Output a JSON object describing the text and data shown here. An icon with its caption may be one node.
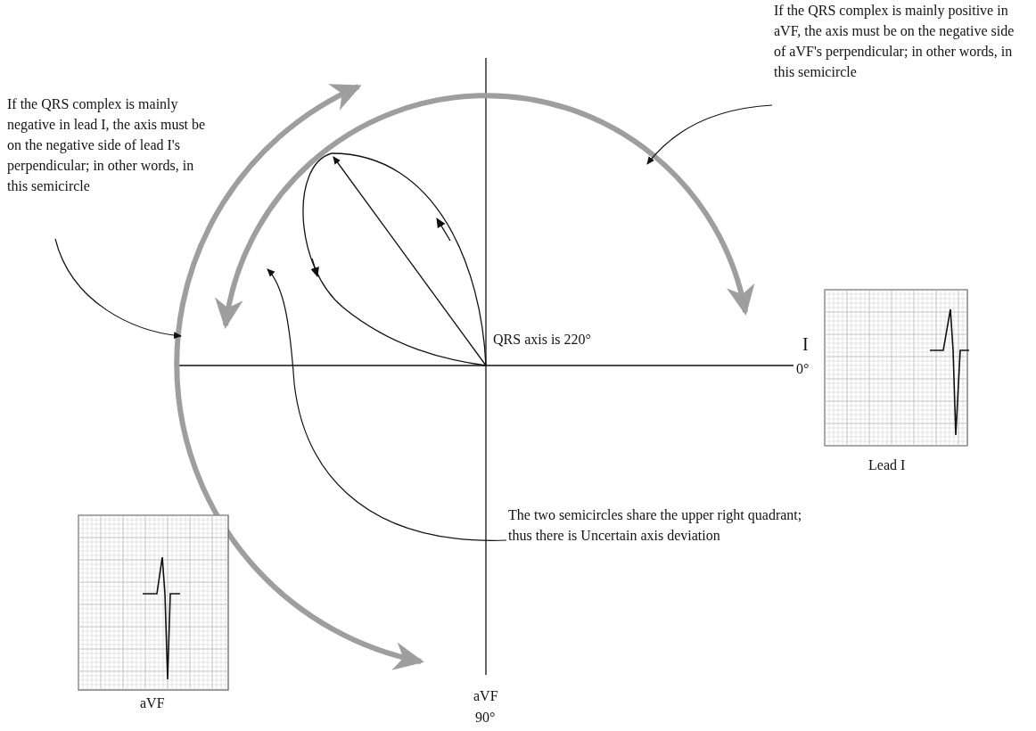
{
  "diagram": {
    "nodes": [
      {
        "text": [
          "If the QRS complex is mainly negative in lead I, the axis must be on the negative side of lead I's perpendicular; in other words, in this semicircle"
        ]
      },
      {
        "text": [
          "If the QRS complex is mainly positive in aVF, the axis must be on the negative side of aVF's perpendicular; in other words, in this semicircle"
        ]
      },
      {
        "text": [
          "The two semicircles share the upper right quadrant; thus there is Uncertain axis deviation"
        ]
      }
    ],
    "edges": [
      {
        "from": 0,
        "to": null,
        "arrow": "to"
      },
      {
        "from": 1,
        "to": null,
        "arrow": "to"
      },
      {
        "from": 2,
        "to": null,
        "arrow": "to"
      }
    ],
    "labels": [
      "QRS axis is 220°",
      "I",
      "0°",
      "aVF",
      "90°",
      "Lead I",
      "aVF"
    ]
  }
}
